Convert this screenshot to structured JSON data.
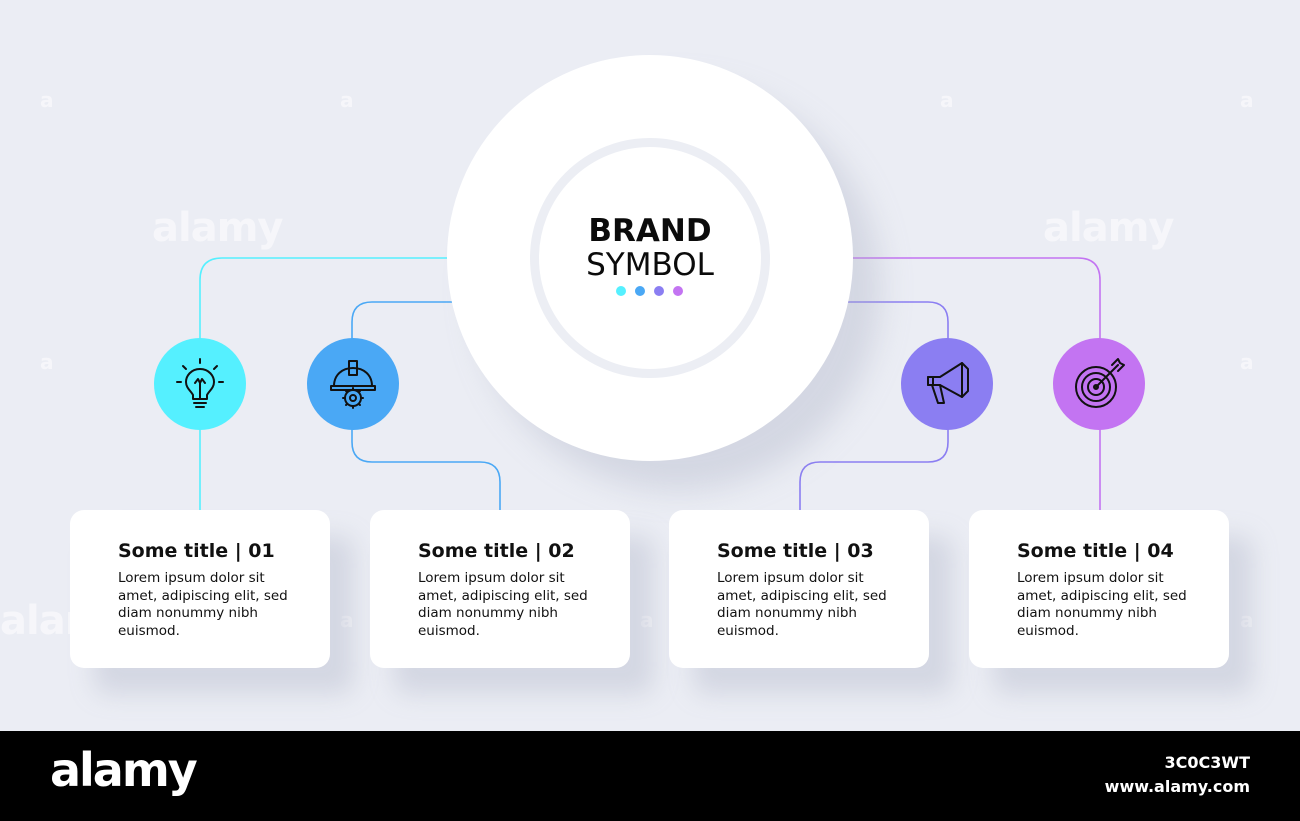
{
  "brand": {
    "line1": "BRAND",
    "line2": "SYMBOL"
  },
  "colors": {
    "step1": "#55f0ff",
    "step2": "#4aa8f5",
    "step3": "#8b7ef2",
    "step4": "#c374f2",
    "background": "#ebedf4"
  },
  "steps": [
    {
      "title": "Some title  |  01",
      "text": "Lorem ipsum dolor sit amet, adipiscing elit, sed diam nonummy nibh euismod.",
      "icon": "lightbulb-icon"
    },
    {
      "title": "Some title  |  02",
      "text": "Lorem ipsum dolor sit amet, adipiscing elit, sed diam nonummy nibh euismod.",
      "icon": "hardhat-gear-icon"
    },
    {
      "title": "Some title  |  03",
      "text": "Lorem ipsum dolor sit amet, adipiscing elit, sed diam nonummy nibh euismod.",
      "icon": "megaphone-icon"
    },
    {
      "title": "Some title  |  04",
      "text": "Lorem ipsum dolor sit amet, adipiscing elit, sed diam nonummy nibh euismod.",
      "icon": "target-arrow-icon"
    }
  ],
  "footer": {
    "logo": "alamy",
    "image_id": "3C0C3WT",
    "url": "www.alamy.com"
  }
}
